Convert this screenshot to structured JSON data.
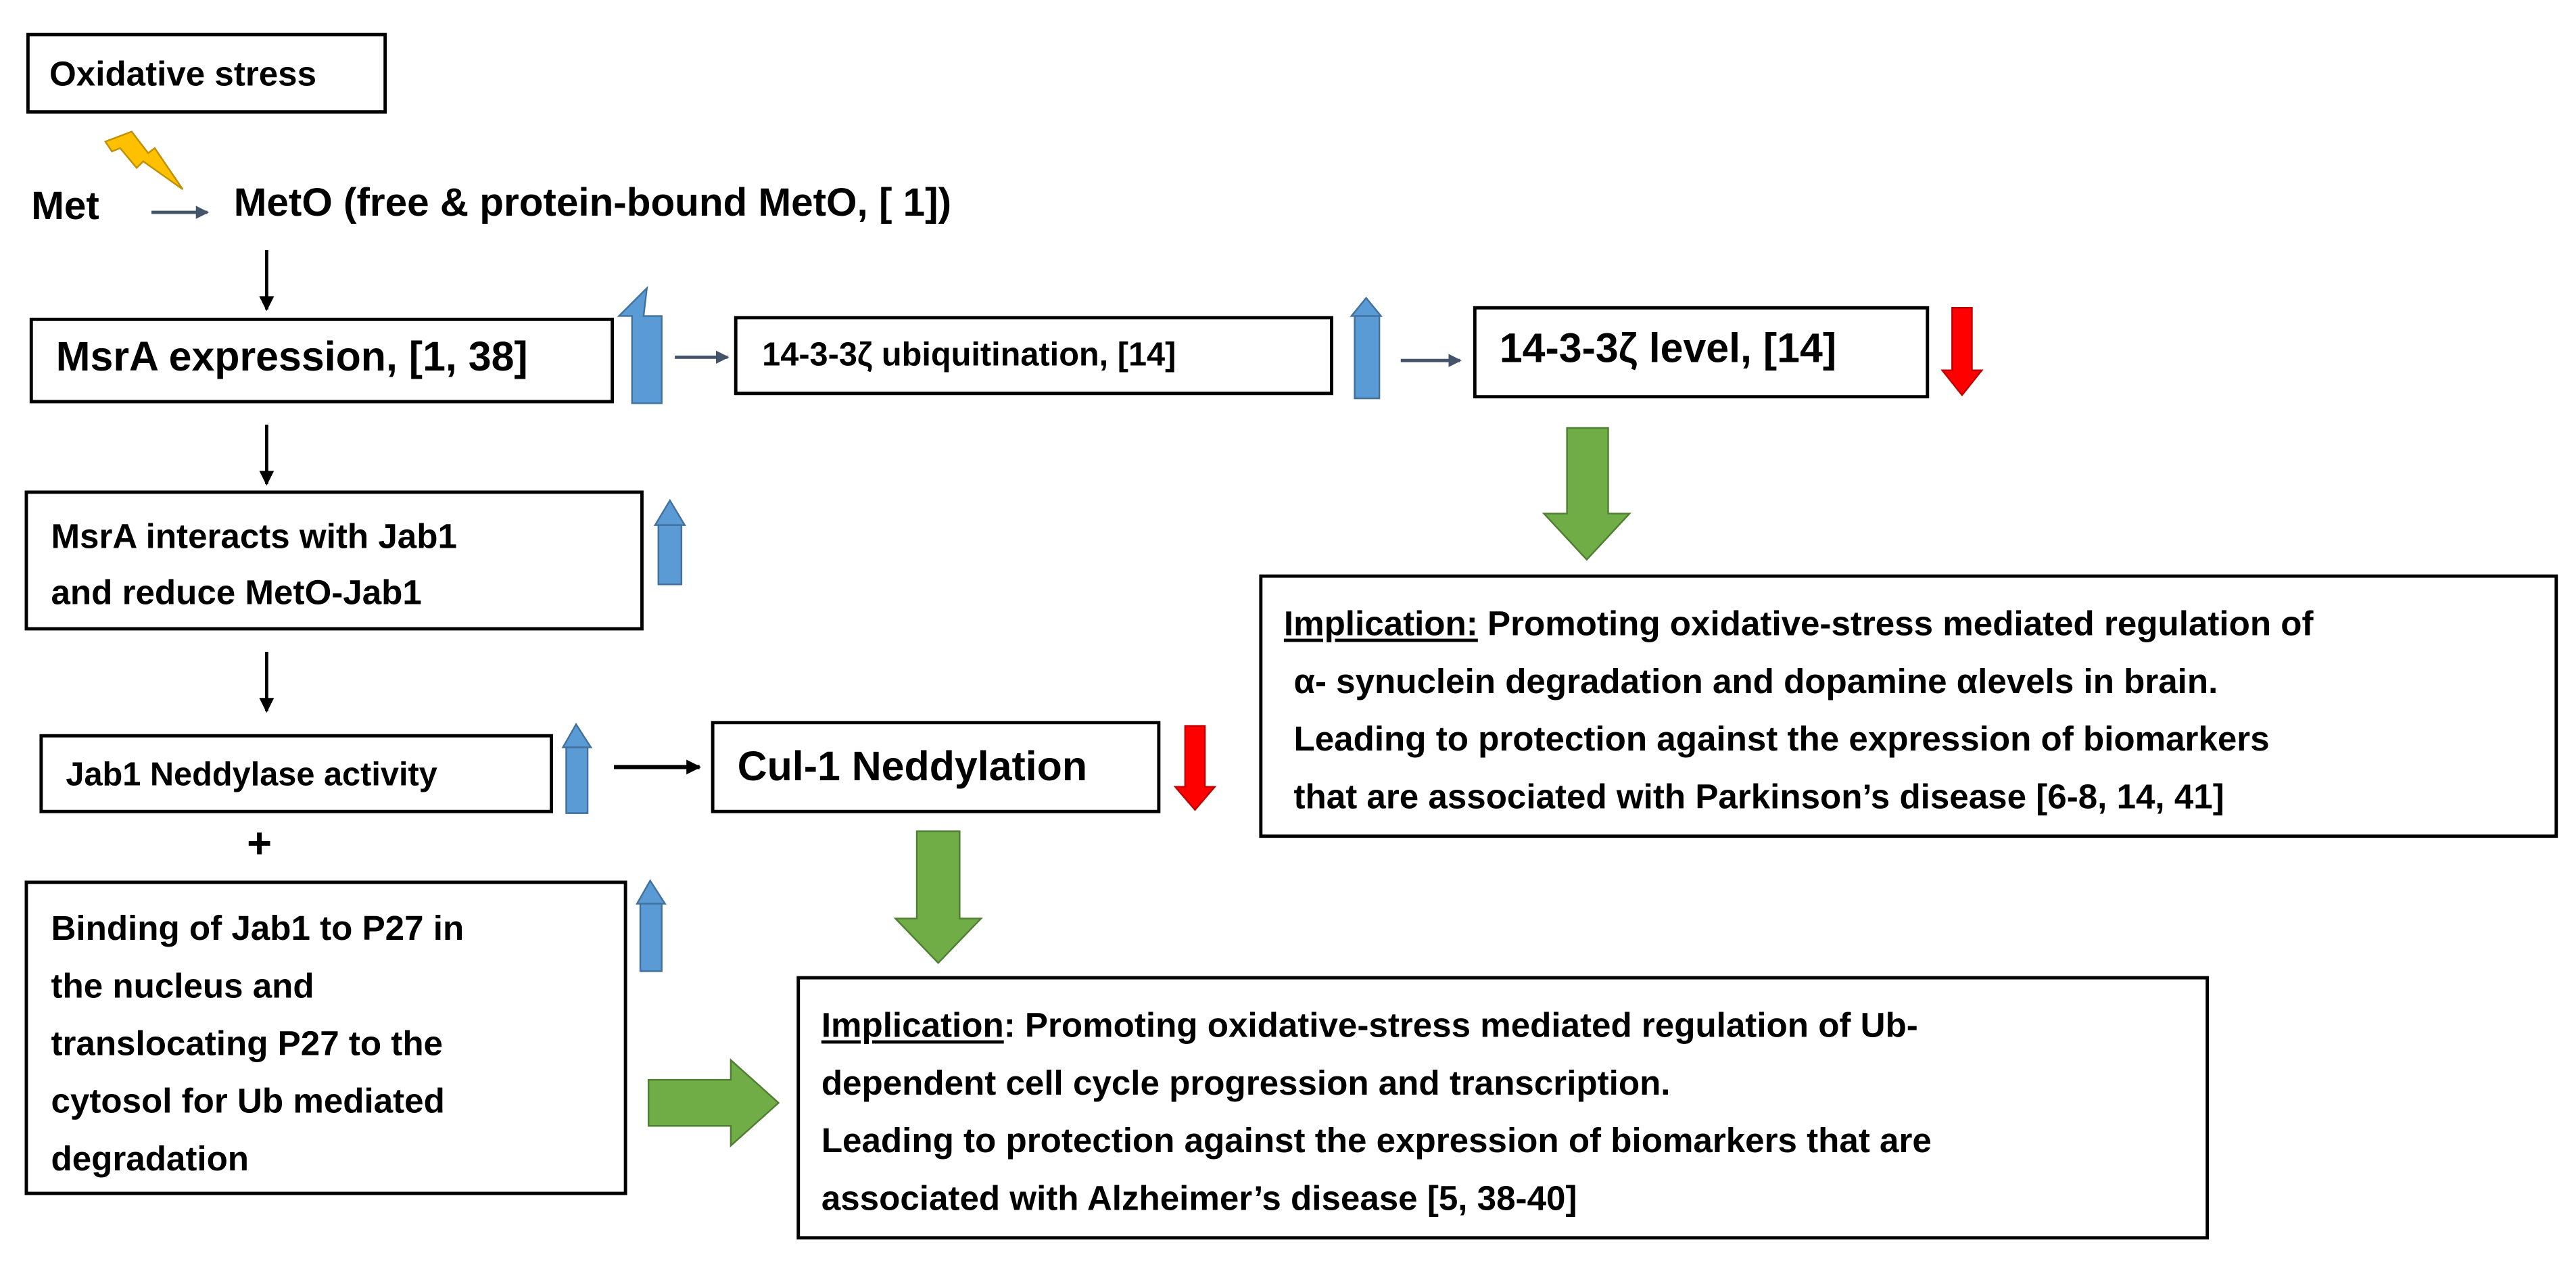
{
  "nodes": {
    "oxidative_stress": "Oxidative stress",
    "met": "Met",
    "meto": "MetO (free & protein-bound MetO, [ 1])",
    "msra_expression": "MsrA expression, [1, 38]",
    "ubiquitination": "14-3-3ζ ubiquitination,  [14]",
    "level_1433": "14-3-3ζ level, [14]",
    "msra_interacts": [
      "MsrA  interacts with Jab1",
      "and reduce MetO-Jab1"
    ],
    "jab1_neddylase": "Jab1 Neddylase activity",
    "plus": "+",
    "cul1": "Cul-1 Neddylation",
    "binding": [
      "Binding of Jab1 to P27 in",
      "the nucleus and",
      "translocating  P27 to the",
      "cytosol for Ub mediated",
      "degradation"
    ]
  },
  "implication_top": {
    "label": "Implication:",
    "line1_rest": " Promoting  oxidative-stress  mediated  regulation  of",
    "lines": [
      "α- synuclein  degradation  and dopamine αlevels in brain.",
      "Leading to protection  against the expression of biomarkers",
      "that are associated  with Parkinson’s  disease [6-8, 14, 41]"
    ]
  },
  "implication_bottom": {
    "label": "Implication",
    "line1_rest": ": Promoting  oxidative-stress  mediated  regulation  of Ub-",
    "lines": [
      "dependent cell cycle progression  and transcription.",
      "Leading to protection against the expression of biomarkers  that are",
      "associated  with Alzheimer’s disease [5, 38-40]"
    ]
  },
  "colors": {
    "up_arrow": "#5b9bd5",
    "down_arrow": "#ff0000",
    "implication_arrow": "#70ad47",
    "lightning": "#ffc000",
    "connector": "#44546a"
  },
  "icons": {
    "lightning": "lightning-icon",
    "up": "up-arrow-icon",
    "down": "down-arrow-icon"
  }
}
